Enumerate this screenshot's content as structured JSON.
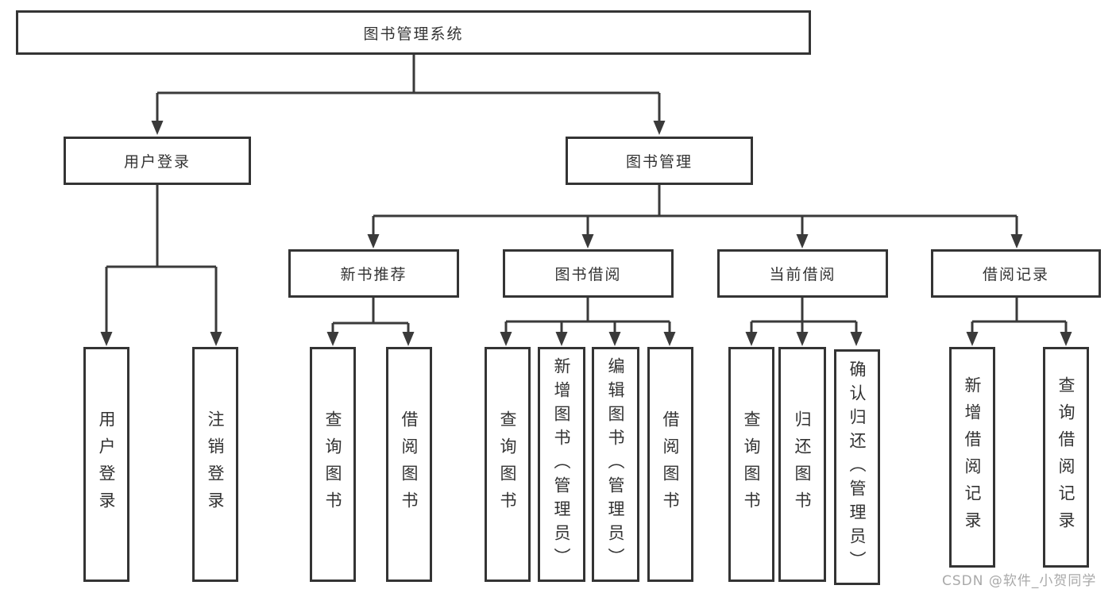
{
  "colors": {
    "line": "#3a3a3a",
    "box_border": "#343434",
    "text": "#333333",
    "watermark": "#a9a9a9",
    "background": "#ffffff"
  },
  "watermark": {
    "text": "CSDN @软件_小贺同学"
  },
  "diagram": {
    "root": {
      "label": "图书管理系统"
    },
    "branches": {
      "user_login": {
        "label": "用户登录",
        "children": [
          "用户登录",
          "注销登录"
        ]
      },
      "book_management": {
        "label": "图书管理"
      }
    },
    "modules": {
      "new_book_recommend": {
        "label": "新书推荐",
        "children": [
          "查询图书",
          "借阅图书"
        ]
      },
      "book_borrowing": {
        "label": "图书借阅",
        "children": [
          "查询图书",
          "新增图书（管理员）",
          "编辑图书（管理员）",
          "借阅图书"
        ]
      },
      "current_borrowing": {
        "label": "当前借阅",
        "children": [
          "查询图书",
          "归还图书",
          "确认归还（管理员）"
        ]
      },
      "borrowing_records": {
        "label": "借阅记录",
        "children": [
          "新增借阅记录",
          "查询借阅记录"
        ]
      }
    }
  }
}
